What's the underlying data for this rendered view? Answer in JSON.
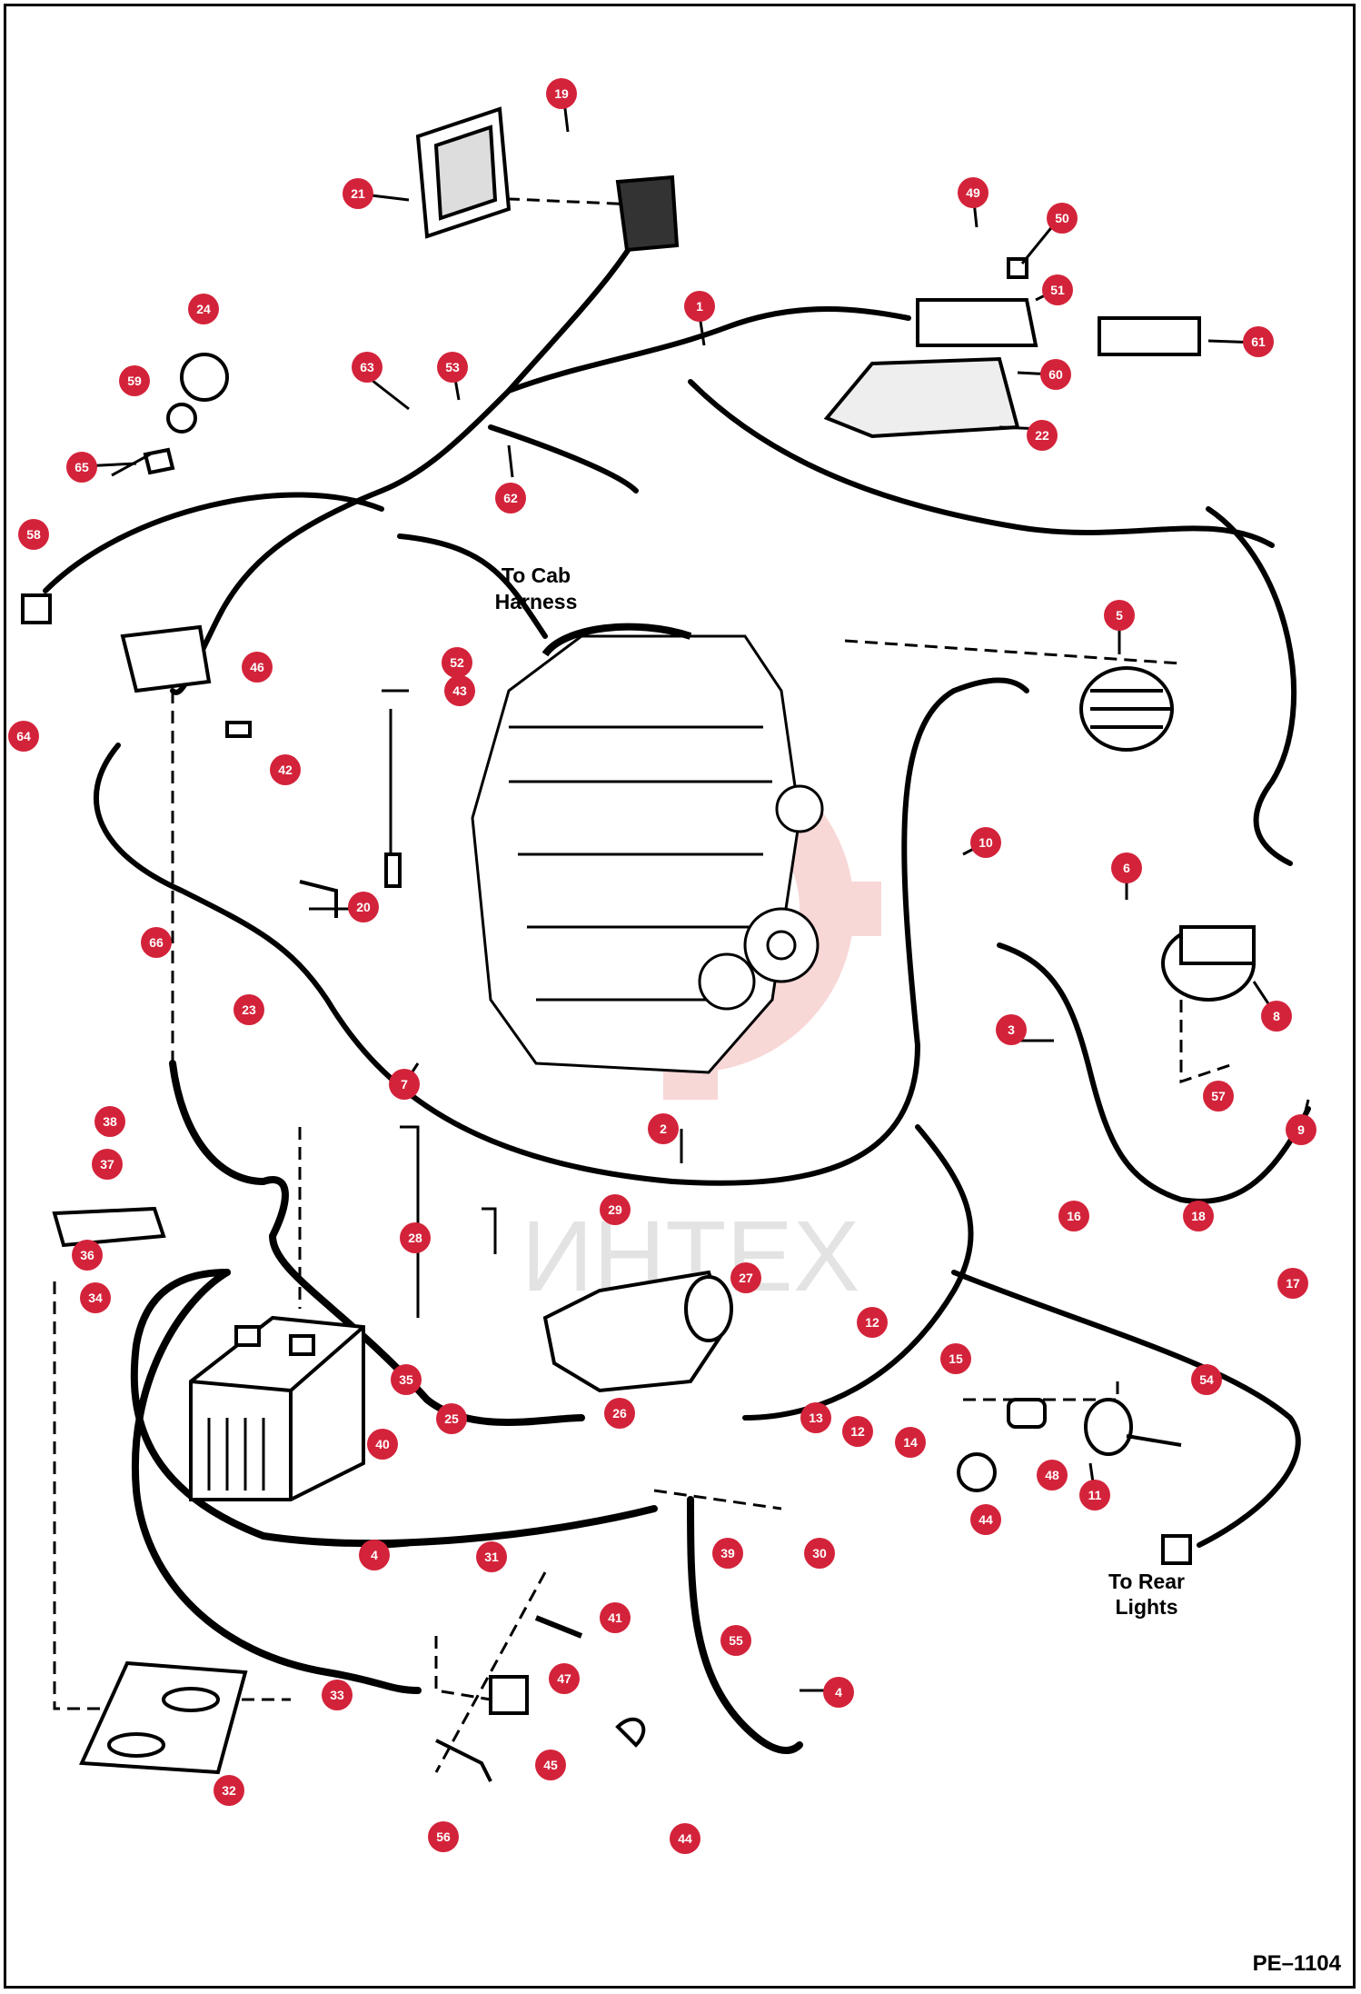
{
  "diagram": {
    "page_code": "PE–1104",
    "watermark_text": "ИНТЕХ",
    "labels": {
      "cab_harness": [
        "To Cab",
        "Harness"
      ],
      "rear_lights": [
        "To Rear",
        "Lights"
      ]
    },
    "callouts": [
      "1",
      "2",
      "3",
      "4",
      "4",
      "5",
      "6",
      "7",
      "8",
      "9",
      "10",
      "11",
      "12",
      "12",
      "13",
      "14",
      "15",
      "16",
      "17",
      "18",
      "19",
      "20",
      "21",
      "22",
      "23",
      "24",
      "25",
      "26",
      "27",
      "28",
      "29",
      "30",
      "31",
      "32",
      "33",
      "34",
      "35",
      "36",
      "37",
      "38",
      "39",
      "40",
      "41",
      "42",
      "43",
      "44",
      "44",
      "45",
      "46",
      "47",
      "48",
      "49",
      "50",
      "51",
      "52",
      "53",
      "54",
      "55",
      "56",
      "57",
      "58",
      "59",
      "60",
      "61",
      "62",
      "63",
      "64",
      "65",
      "66"
    ]
  },
  "colors": {
    "callout_fill": "#d3233a",
    "callout_text": "#ffffff",
    "line": "#000000",
    "watermark": "#f3b7b7"
  }
}
